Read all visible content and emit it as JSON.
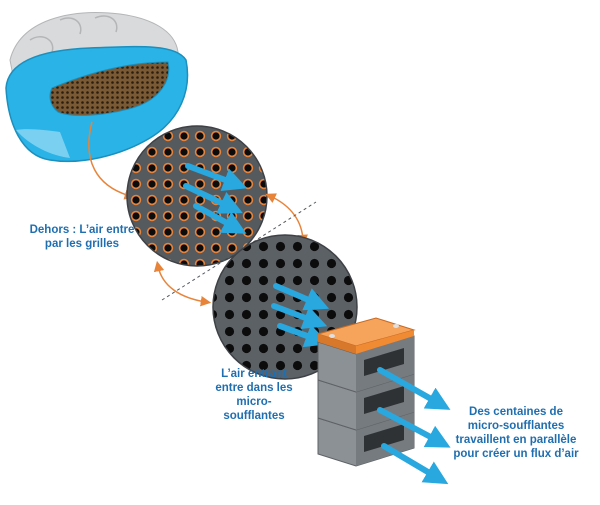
{
  "captions": {
    "outside": "Dehors : L’air entre par les grilles",
    "entering": "L’air entrant entre dans les micro-soufflantes",
    "blowers": "Des centaines de micro-soufflantes travaillent en parallèle pour créer un flux d’air"
  },
  "colors": {
    "caption_blue": "#1f6fb0",
    "arrow_orange": "#e8843a",
    "airflow_blue": "#29a8e0",
    "mask_cyan": "#2ab3e6",
    "disc_gray": "#555a5f",
    "blower_gray": "#8c9196",
    "blower_top": "#f08a33"
  }
}
